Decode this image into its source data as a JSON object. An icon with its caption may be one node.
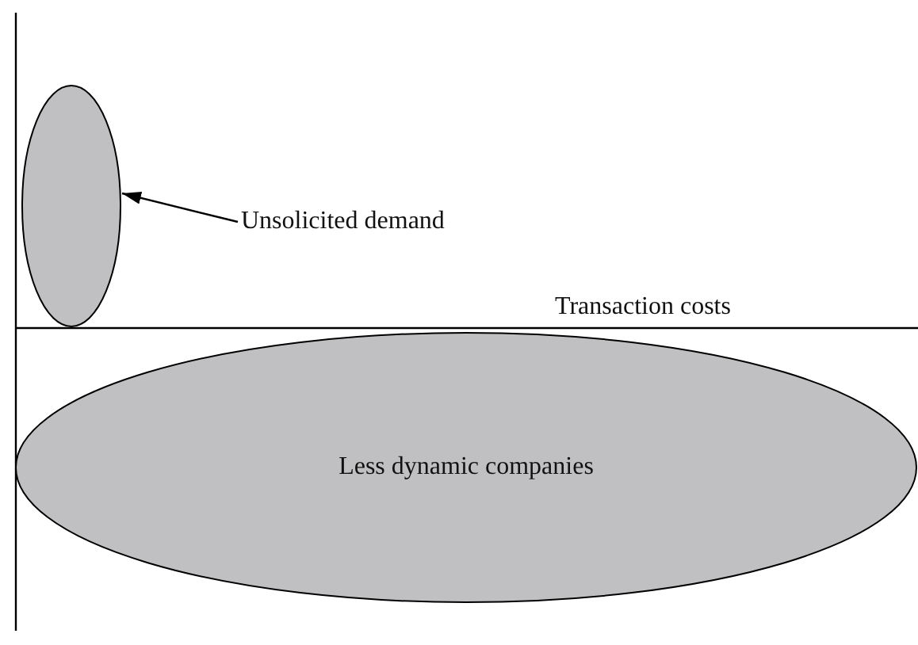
{
  "diagram": {
    "nodes": [
      {
        "text": [],
        "shape": "ellipse"
      },
      {
        "text": [
          "Unsolicited demand"
        ]
      },
      {
        "text": [
          "Less dynamic companies"
        ]
      }
    ],
    "edges": [
      {
        "from": 1,
        "to": 0,
        "arrow": "to"
      }
    ],
    "labels": [
      "Transaction costs"
    ]
  }
}
